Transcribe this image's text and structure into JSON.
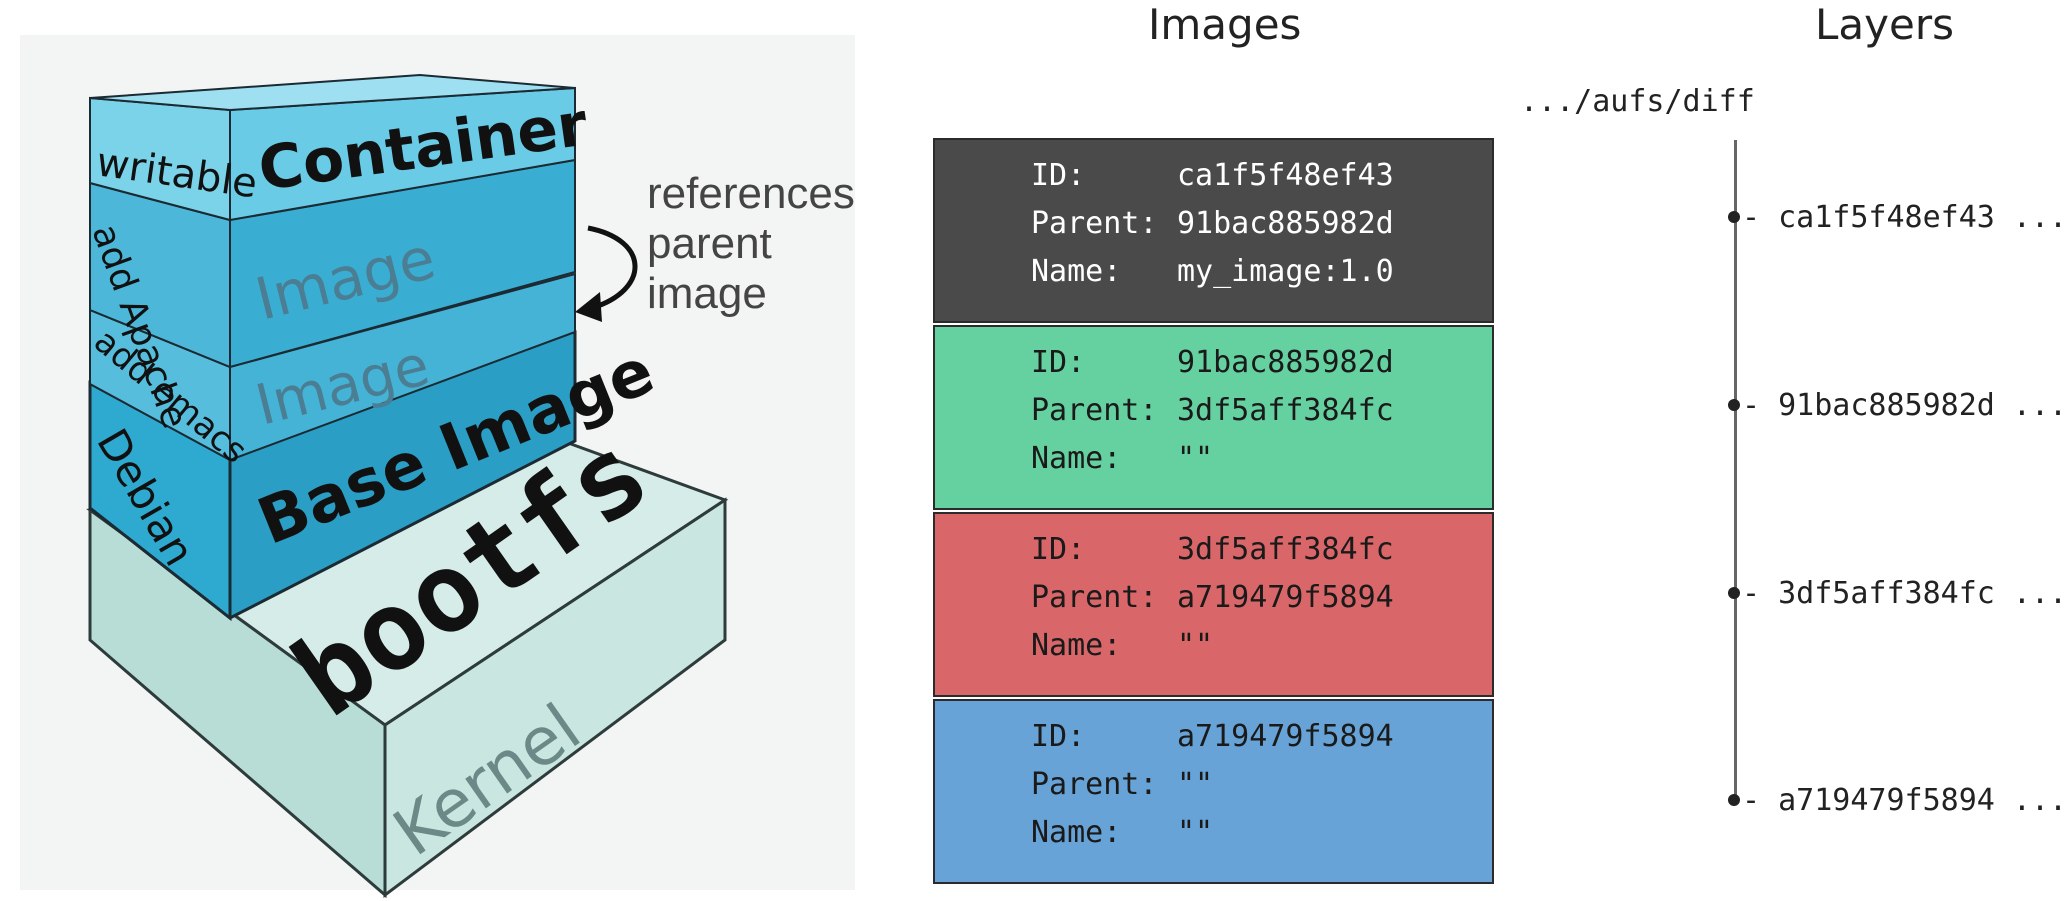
{
  "stack": {
    "side_labels": [
      "writable",
      "add Apache",
      "add emacs",
      "Debian"
    ],
    "layer_labels": [
      "Container",
      "Image",
      "Image",
      "Base Image",
      "bootfs",
      "Kernel"
    ],
    "annotation": [
      "references",
      "parent",
      "image"
    ]
  },
  "images": {
    "header": "Images",
    "key_id": "ID:",
    "key_parent": "Parent:",
    "key_name": "Name:",
    "boxes": [
      {
        "id": "ca1f5f48ef43",
        "parent": "91bac885982d",
        "name": "my_image:1.0",
        "color": "#4a4a4a",
        "text_color": "#ffffff"
      },
      {
        "id": "91bac885982d",
        "parent": "3df5aff384fc",
        "name": "\"\"",
        "color": "#66d1a0",
        "text_color": "#1a1a1a"
      },
      {
        "id": "3df5aff384fc",
        "parent": "a719479f5894",
        "name": "\"\"",
        "color": "#d9676a",
        "text_color": "#1a1a1a"
      },
      {
        "id": "a719479f5894",
        "parent": "\"\"",
        "name": "\"\"",
        "color": "#67a3d6",
        "text_color": "#1a1a1a"
      }
    ]
  },
  "layers": {
    "header": "Layers",
    "path": ".../aufs/diff",
    "items": [
      {
        "label": "ca1f5f48ef43 ..."
      },
      {
        "label": "91bac885982d ..."
      },
      {
        "label": "3df5aff384fc ..."
      },
      {
        "label": "a719479f5894 ..."
      }
    ]
  }
}
